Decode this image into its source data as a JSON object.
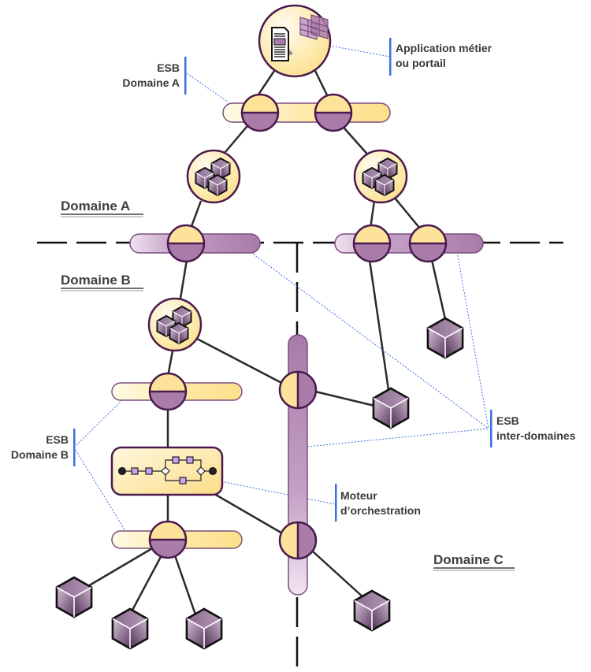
{
  "labels": {
    "app": [
      "Application métier",
      "ou portail"
    ],
    "esb_a": [
      "ESB",
      "Domaine A"
    ],
    "esb_b": [
      "ESB",
      "Domaine B"
    ],
    "esb_inter": [
      "ESB",
      "inter-domaines"
    ],
    "moteur": [
      "Moteur",
      "d’orchestration"
    ]
  },
  "domains": {
    "a": "Domaine A",
    "b": "Domaine B",
    "c": "Domaine C"
  },
  "colors": {
    "yellow": "#fde59a",
    "purple": "#a97caa",
    "dark_purple": "#4a1a4e",
    "callout_blue": "#3b6fe0",
    "line": "#2a2a2a"
  },
  "icons": {
    "application": "document-and-grid-icon",
    "service_group": "cubes-icon",
    "service": "cube-icon",
    "orchestration": "process-flow-icon",
    "connector": "half-circle-connector-icon"
  }
}
